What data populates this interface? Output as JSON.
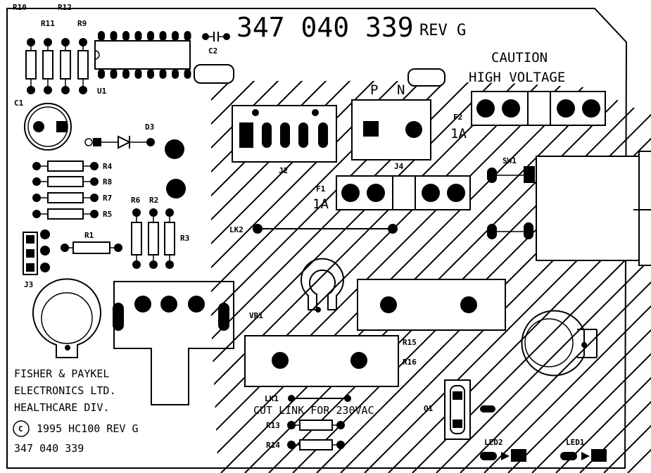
{
  "board": {
    "part_number": "347 040 339",
    "revision": "REV G",
    "caution_line1": "CAUTION",
    "caution_line2": "HIGH VOLTAGE",
    "terminal_p": "P",
    "terminal_n": "N",
    "cut_link_note": "CUT LINK FOR 230VAC",
    "maker_line1": "FISHER & PAYKEL",
    "maker_line2": "ELECTRONICS LTD.",
    "maker_line3": "HEALTHCARE DIV.",
    "copyright_symbol": "C",
    "copyright_text": "1995  HC100 REV G",
    "bottom_part_number": "347 040 339"
  },
  "designators": {
    "R10": "R10",
    "R11": "R11",
    "R12": "R12",
    "R9": "R9",
    "U1": "U1",
    "C2": "C2",
    "C1": "C1",
    "D3": "D3",
    "R4": "R4",
    "R8": "R8",
    "R7": "R7",
    "R5": "R5",
    "R6": "R6",
    "R2": "R2",
    "R3": "R3",
    "R1": "R1",
    "J3": "J3",
    "J2": "J2",
    "J4": "J4",
    "F1": "F1",
    "F1_rating": "1A",
    "F2": "F2",
    "F2_rating": "1A",
    "SW1": "SW1",
    "LK2": "LK2",
    "VR1": "VR1",
    "R15": "R15",
    "R16": "R16",
    "LK1": "LK1",
    "R13": "R13",
    "R14": "R14",
    "Q1": "Q1",
    "LED2": "LED2",
    "LED1": "LED1"
  }
}
